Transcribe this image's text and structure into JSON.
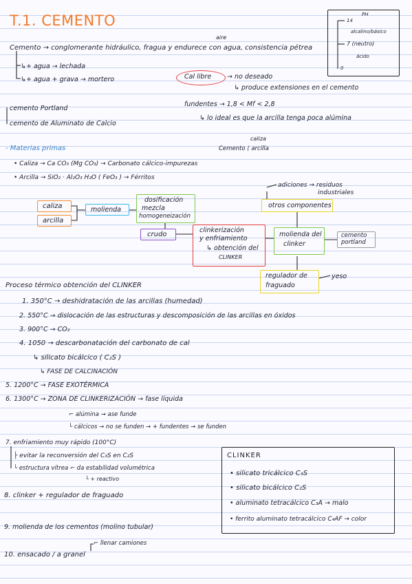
{
  "title": "T.1. CEMENTO",
  "ph_box": {
    "title": "PH",
    "labels": [
      "14",
      "alcalino/básico",
      "7 (neutro)",
      "ácido",
      "0"
    ]
  },
  "intro": {
    "line1": "Cemento → conglomerante hidráulico, fragua y endurece con agua, consistencia pétrea",
    "aire": "aire",
    "lechada": "↳+ agua → lechada",
    "mortero": "↳+ agua + grava → mortero",
    "cal_libre": "Cal libre",
    "no_deseado": "→ no deseado",
    "extensiones": "↳ produce extensiones en el cemento",
    "portland": "cemento Portland",
    "aluminato": "cemento de Aluminato de Calcio",
    "fundentes": "fundentes → 1,8 < Mf < 2,8",
    "ideal": "↳ lo ideal es que la arcilla tenga poca alúmina"
  },
  "materias": {
    "heading": "- Materias primas",
    "caliza_top": "caliza",
    "cemento_arcilla": "Cemento ⟨ arcilla",
    "caliza": "• Caliza → Ca CO₃ (Mg CO₃) → Carbonato cálcico-impurezas",
    "arcilla": "• Arcilla → SiO₂ · Al₂O₃ H₂O ( FeO₃ ) → Férritos"
  },
  "flow": {
    "caliza": "caliza",
    "arcilla": "arcilla",
    "molienda": "molienda",
    "dosificacion": [
      "dosificación",
      "mezcla",
      "homogeneización"
    ],
    "crudo": "crudo",
    "clinkerizacion": [
      "clinkerización",
      "y enfriamiento",
      "↳ obtención del",
      "CLINKER"
    ],
    "adiciones": [
      "adiciones → residuos",
      "industriales"
    ],
    "otros": "otros componentes",
    "molienda_clinker": [
      "molienda del",
      "clinker"
    ],
    "cemento_portland": [
      "cemento",
      "portland"
    ],
    "regulador": [
      "regulador de",
      "fraguado"
    ],
    "yeso": "yeso"
  },
  "proceso": {
    "heading": "Proceso térmico obtención del CLINKER",
    "s1": "1. 350°C → deshidratación de las arcillas (humedad)",
    "s2": "2. 550°C → dislocación de las estructuras y descomposición de las arcillas en óxidos",
    "s3": "3. 900°C → CO₂",
    "s4": "4. 1050 → descarbonatación del carbonato de cal",
    "s4a": "↳ silicato bicálcico ( C₂S )",
    "s4b": "↳ FASE DE CALCINACIÓN",
    "s5": "5. 1200°C → FASE EXOTÉRMICA",
    "s6": "6. 1300°C → ZONA DE CLINKERIZACIÓN → fase líquida",
    "s6a": "⌐ alúmina → ase funde",
    "s6b": "└ cálcicos → no se funden → + fundentes → se funden",
    "s7": "7. enfriamiento muy rápido (100°C)",
    "s7a": "├ evitar la reconversión del C₃S en C₂S",
    "s7b": "└ estructura vítrea ⌐ da estabilidad volumétrica",
    "s7c": "└ + reactivo",
    "s8": "8. clinker + regulador de fraguado",
    "s9": "9. molienda de los cementos (molino tubular)",
    "s10_top": "⌐ llenar camiones",
    "s10": "10. ensacado / a granel"
  },
  "clinker_box": {
    "title": "CLINKER",
    "items": [
      "• silicato tricálcico C₃S",
      "• silicato bicálcico C₂S",
      "• aluminato tetracálcico C₃A → malo",
      "• ferrito aluminato tetracálcico C₄AF → color"
    ]
  },
  "colors": {
    "title_orange": "#f07a2a",
    "heading_blue": "#3a83c8",
    "box_orange": "#f08a30",
    "box_cyan": "#38b9e6",
    "box_green": "#7ac94a",
    "box_purple": "#8a4fc4",
    "box_red": "#e03a3a",
    "box_yellow": "#e8d41e",
    "box_gray": "#9a9a9a"
  }
}
